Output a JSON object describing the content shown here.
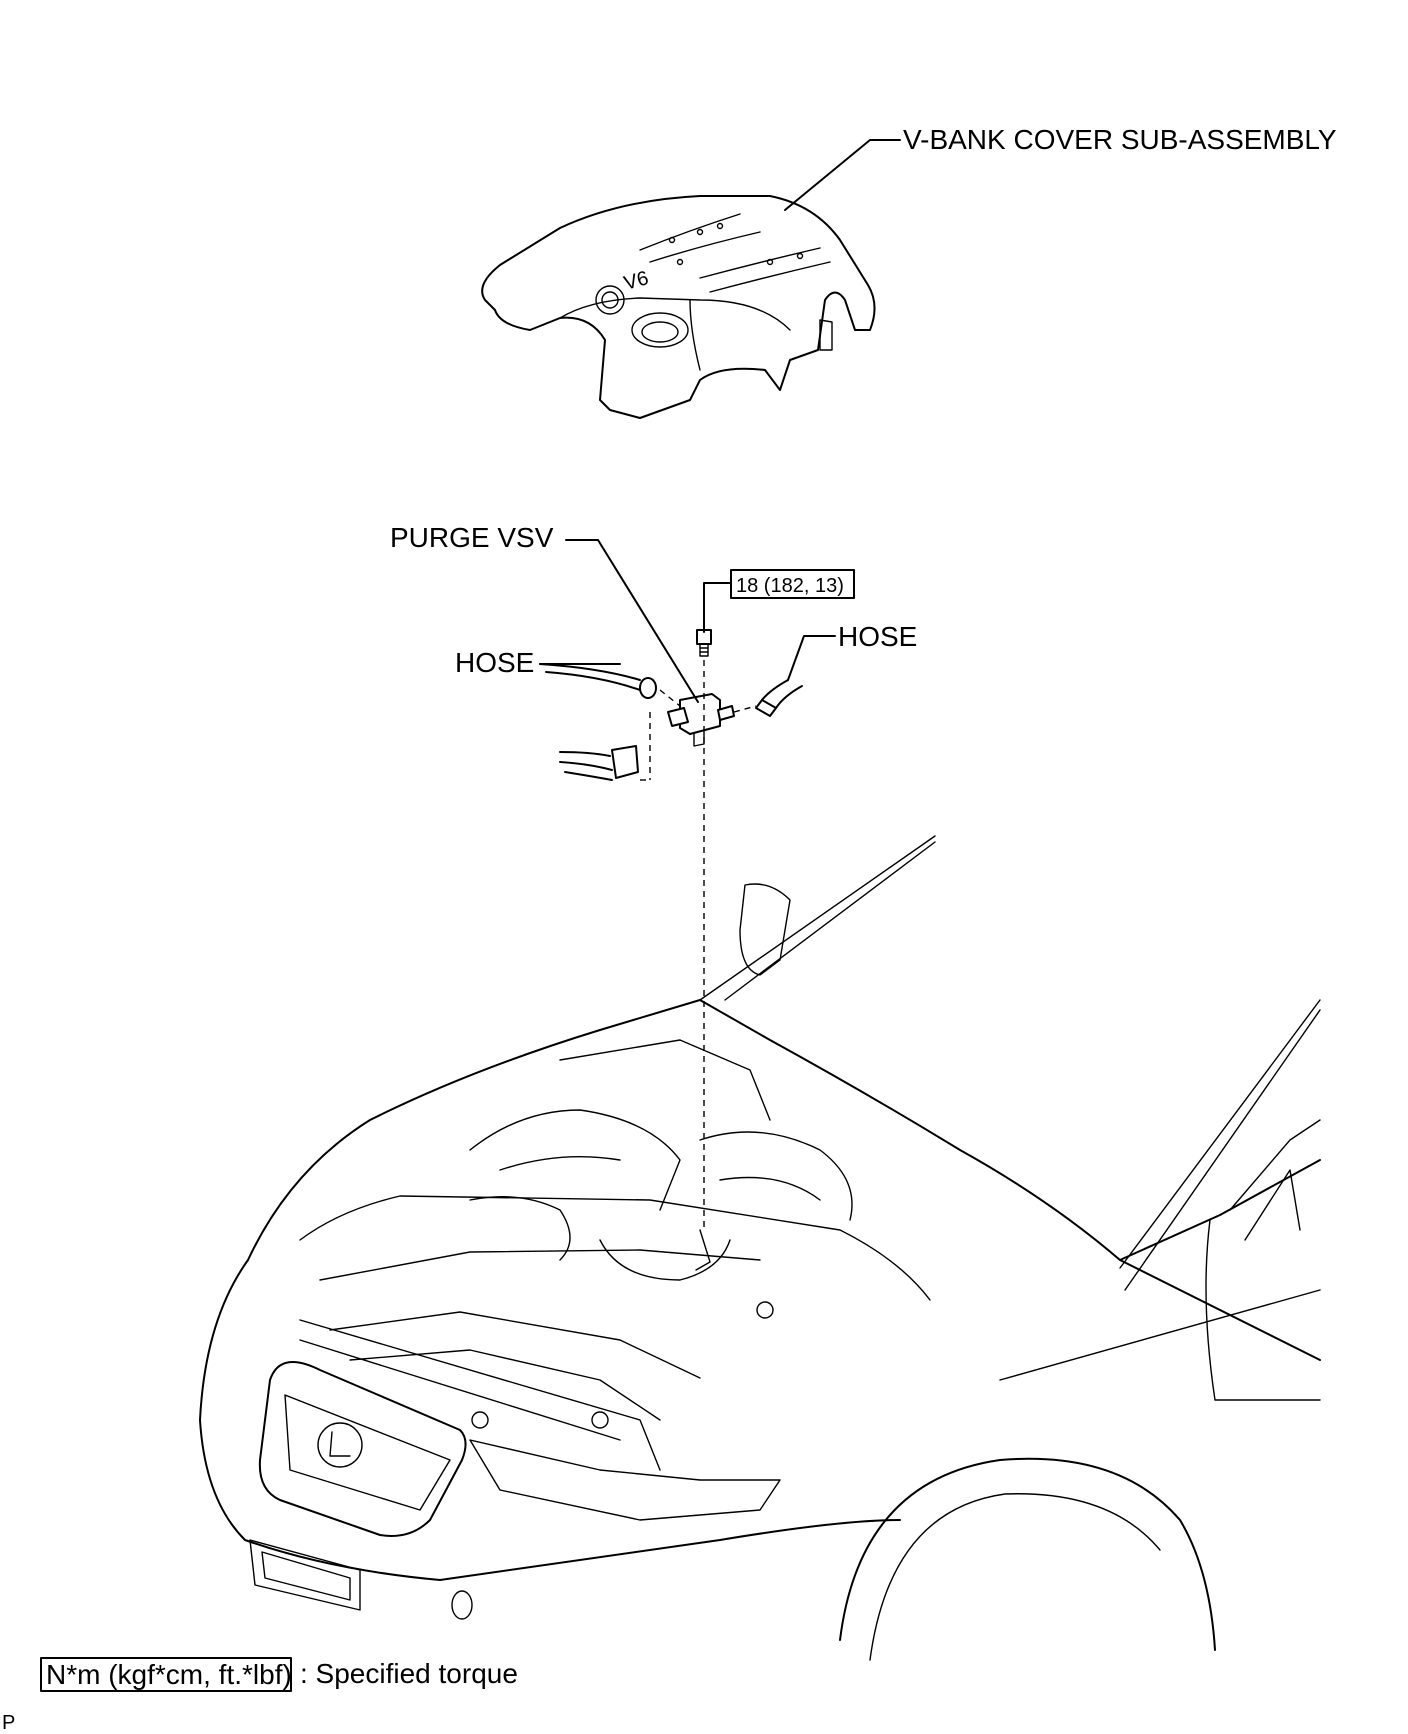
{
  "labels": {
    "cover": "V-BANK COVER SUB-ASSEMBLY",
    "purge_vsv": "PURGE VSV",
    "hose_left": "HOSE",
    "hose_right": "HOSE",
    "torque_value": "18 (182, 13)",
    "cover_badge": "V6"
  },
  "legend": {
    "unit_box": "N*m (kgf*cm, ft.*lbf)",
    "description": ": Specified torque"
  },
  "footer_code": "P"
}
